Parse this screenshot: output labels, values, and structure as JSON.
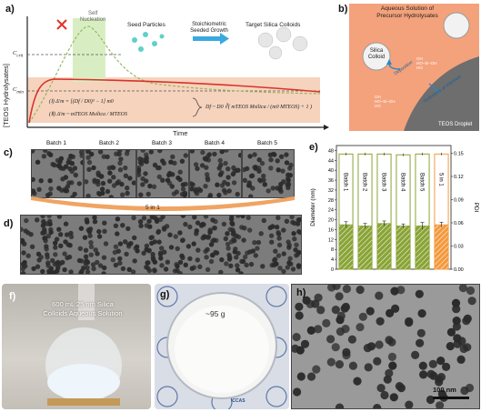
{
  "panel_a": {
    "label": "a)",
    "ylabel": "[TEOS Hydrolysates]",
    "xlabel": "Time",
    "cs": "C",
    "cs_sub": "crit",
    "cmin_sub": "min",
    "self_nucleation": "Self\nNucleation",
    "seed_particles": "Seed Particles",
    "growth_line1": "Stoichiometric",
    "growth_line2": "Seeded Growth",
    "target": "Target Silica Colloids",
    "eq1": "(Ⅰ) Δ'm = [(Df / D0)³ − 1] m0",
    "eq2": "(Ⅱ) Δ'm ~ mTEOS Msilica / MTEOS",
    "eq3": "Df ~ D0 ∛( mTEOS Msilica / (m0 MTEOS) + 1 )",
    "colors": {
      "red_curve": "#d7342b",
      "green_curve": "#8fb45a",
      "band": "#f6d3bd",
      "nucleation_box": "#d8eec2"
    }
  },
  "panel_b": {
    "label": "b)",
    "title1": "Aqueous Solution of",
    "title2": "Precursor Hydrolysates",
    "colloid1": "Silica",
    "colloid2": "Colloid",
    "deposition": "Deposition",
    "hydrolysis": "Hydrolysis at Interface",
    "droplet": "TEOS Droplet",
    "chem": [
      "OH",
      "HO–Si–OH",
      "HO"
    ],
    "colors": {
      "bg": "#f4a27c",
      "droplet": "#6e6e6e"
    }
  },
  "panel_c": {
    "label": "c)",
    "batches": [
      "Batch 1",
      "Batch 2",
      "Batch 3",
      "Batch 4",
      "Batch 5"
    ],
    "five_in_one": "5 in 1",
    "accent": "#f0a462"
  },
  "panel_d": {
    "label": "d)"
  },
  "panel_e": {
    "label": "e)",
    "chart_data": {
      "type": "bar",
      "categories": [
        "Batch 1",
        "Batch 2",
        "Batch 3",
        "Batch 4",
        "Batch 5",
        "5 in 1"
      ],
      "values": [
        18.0,
        17.5,
        18.5,
        17.5,
        17.5,
        18.0
      ],
      "errors": [
        1.2,
        1.0,
        1.0,
        0.8,
        1.4,
        1.0
      ],
      "pdi": [
        0.149,
        0.149,
        0.149,
        0.148,
        0.149,
        0.149
      ],
      "ylabel": "Diameter (nm)",
      "ylabel_right": "PDI",
      "ylim": [
        0,
        50
      ],
      "ylim_right": [
        0,
        0.16
      ],
      "yticks": [
        "0",
        "4",
        "8",
        "12",
        "16",
        "20",
        "24",
        "28",
        "32",
        "36",
        "40",
        "44",
        "48"
      ],
      "yticks_right": [
        "0.00",
        "0.03",
        "0.06",
        "0.09",
        "0.12",
        "0.15"
      ],
      "bar_colors": [
        "#8aa437",
        "#8aa437",
        "#8aa437",
        "#8aa437",
        "#8aa437",
        "#f39a3f"
      ]
    }
  },
  "panel_f": {
    "label": "f)",
    "line1": "600 mL 25 nm Silica",
    "line2": "Colloids Aqueous Solution"
  },
  "panel_g": {
    "label": "g)",
    "mass": "~95 g",
    "stamp": "ICCAS"
  },
  "panel_h": {
    "label": "h)",
    "scalebar": "100 nm"
  }
}
